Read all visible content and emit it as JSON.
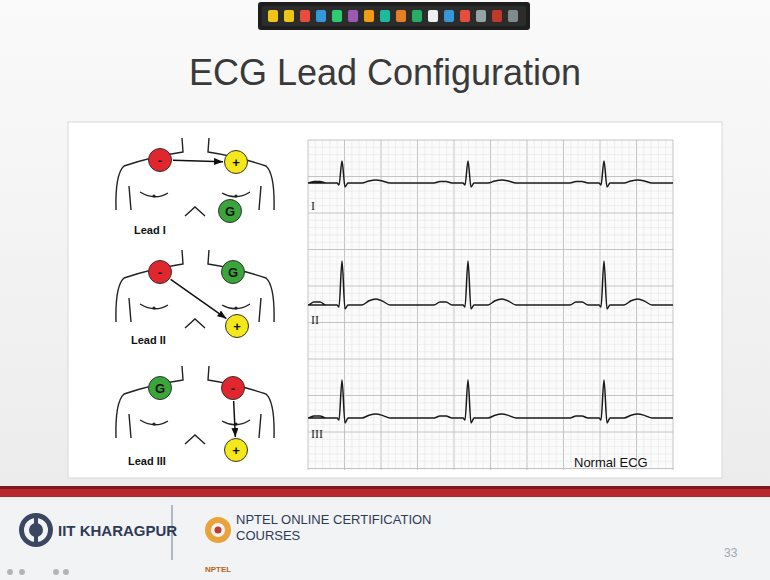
{
  "diagram": {
    "title": "ECG Lead Configuration",
    "nodes": [
      {
        "text": [
          "-"
        ]
      },
      {
        "text": [
          "+"
        ]
      },
      {
        "text": [
          "G"
        ]
      },
      {
        "text": [
          "-"
        ]
      },
      {
        "text": [
          "G"
        ]
      },
      {
        "text": [
          "+"
        ]
      },
      {
        "text": [
          "G"
        ]
      },
      {
        "text": [
          "-"
        ]
      },
      {
        "text": [
          "+"
        ]
      }
    ],
    "edges": [
      {
        "from": 0,
        "to": 1,
        "arrow": "to"
      },
      {
        "from": 3,
        "to": 5,
        "arrow": "to"
      },
      {
        "from": 7,
        "to": 8,
        "arrow": "to"
      }
    ],
    "labels": [
      "Lead I",
      "Lead II",
      "Lead III",
      "I",
      "II",
      "III",
      "Normal ECG",
      "IIT KHARAGPUR",
      "NPTEL ONLINE CERTIFICATION COURSES",
      "NPTEL",
      "33"
    ]
  }
}
